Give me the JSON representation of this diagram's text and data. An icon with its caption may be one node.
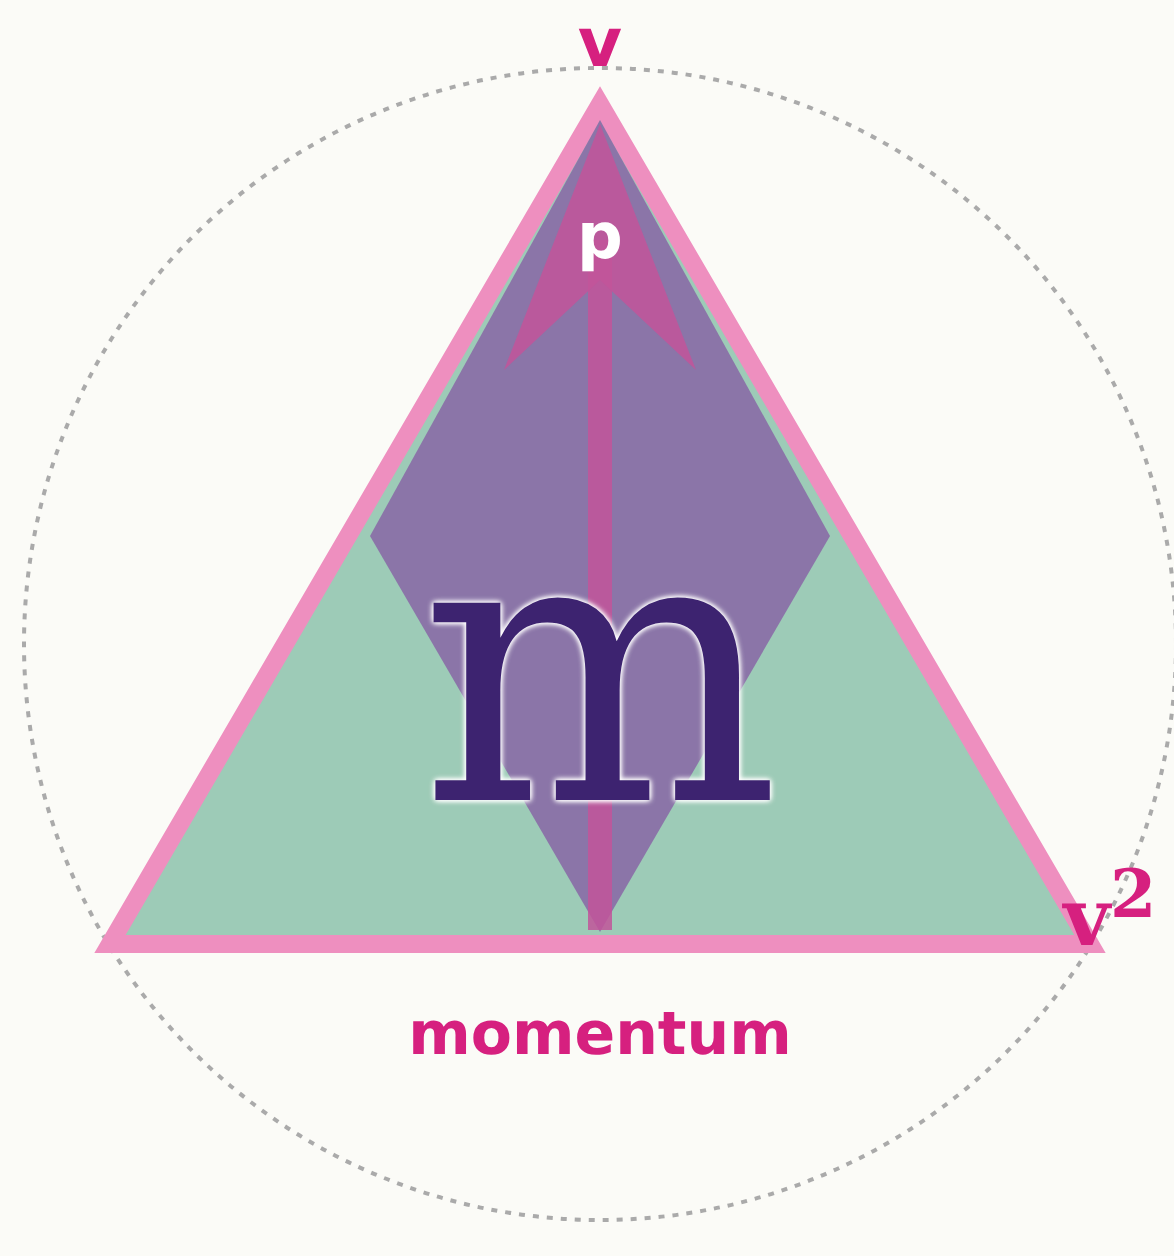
{
  "diagram": {
    "caption": "momentum",
    "labels": [
      "v",
      "p",
      "m",
      "v$^{2}$"
    ]
  }
}
